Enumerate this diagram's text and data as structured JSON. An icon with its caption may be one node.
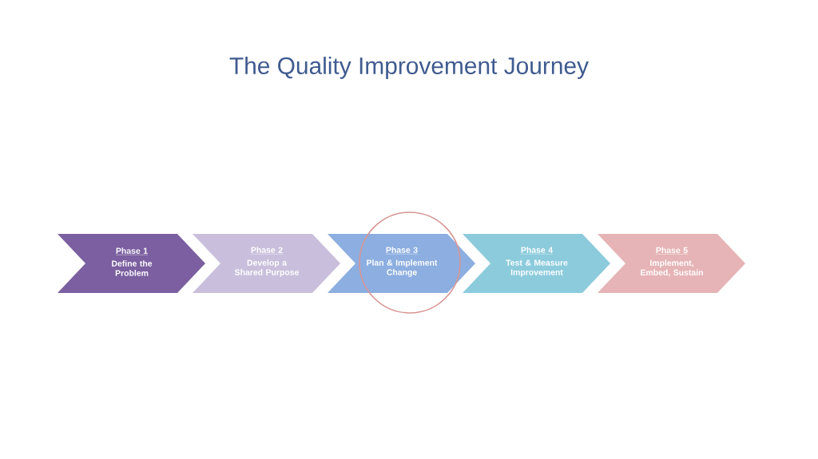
{
  "diagram": {
    "title": "The Quality Improvement Journey",
    "nodes": [
      {
        "text": [
          "Phase 1",
          "Define the Problem"
        ]
      },
      {
        "text": [
          "Phase 2",
          "Develop a Shared Purpose"
        ]
      },
      {
        "text": [
          "Phase 3",
          "Plan & Implement Change"
        ]
      },
      {
        "text": [
          "Phase 4",
          "Test & Measure Improvement"
        ]
      },
      {
        "text": [
          "Phase 5",
          "Implement, Embed, Sustain"
        ]
      }
    ]
  }
}
